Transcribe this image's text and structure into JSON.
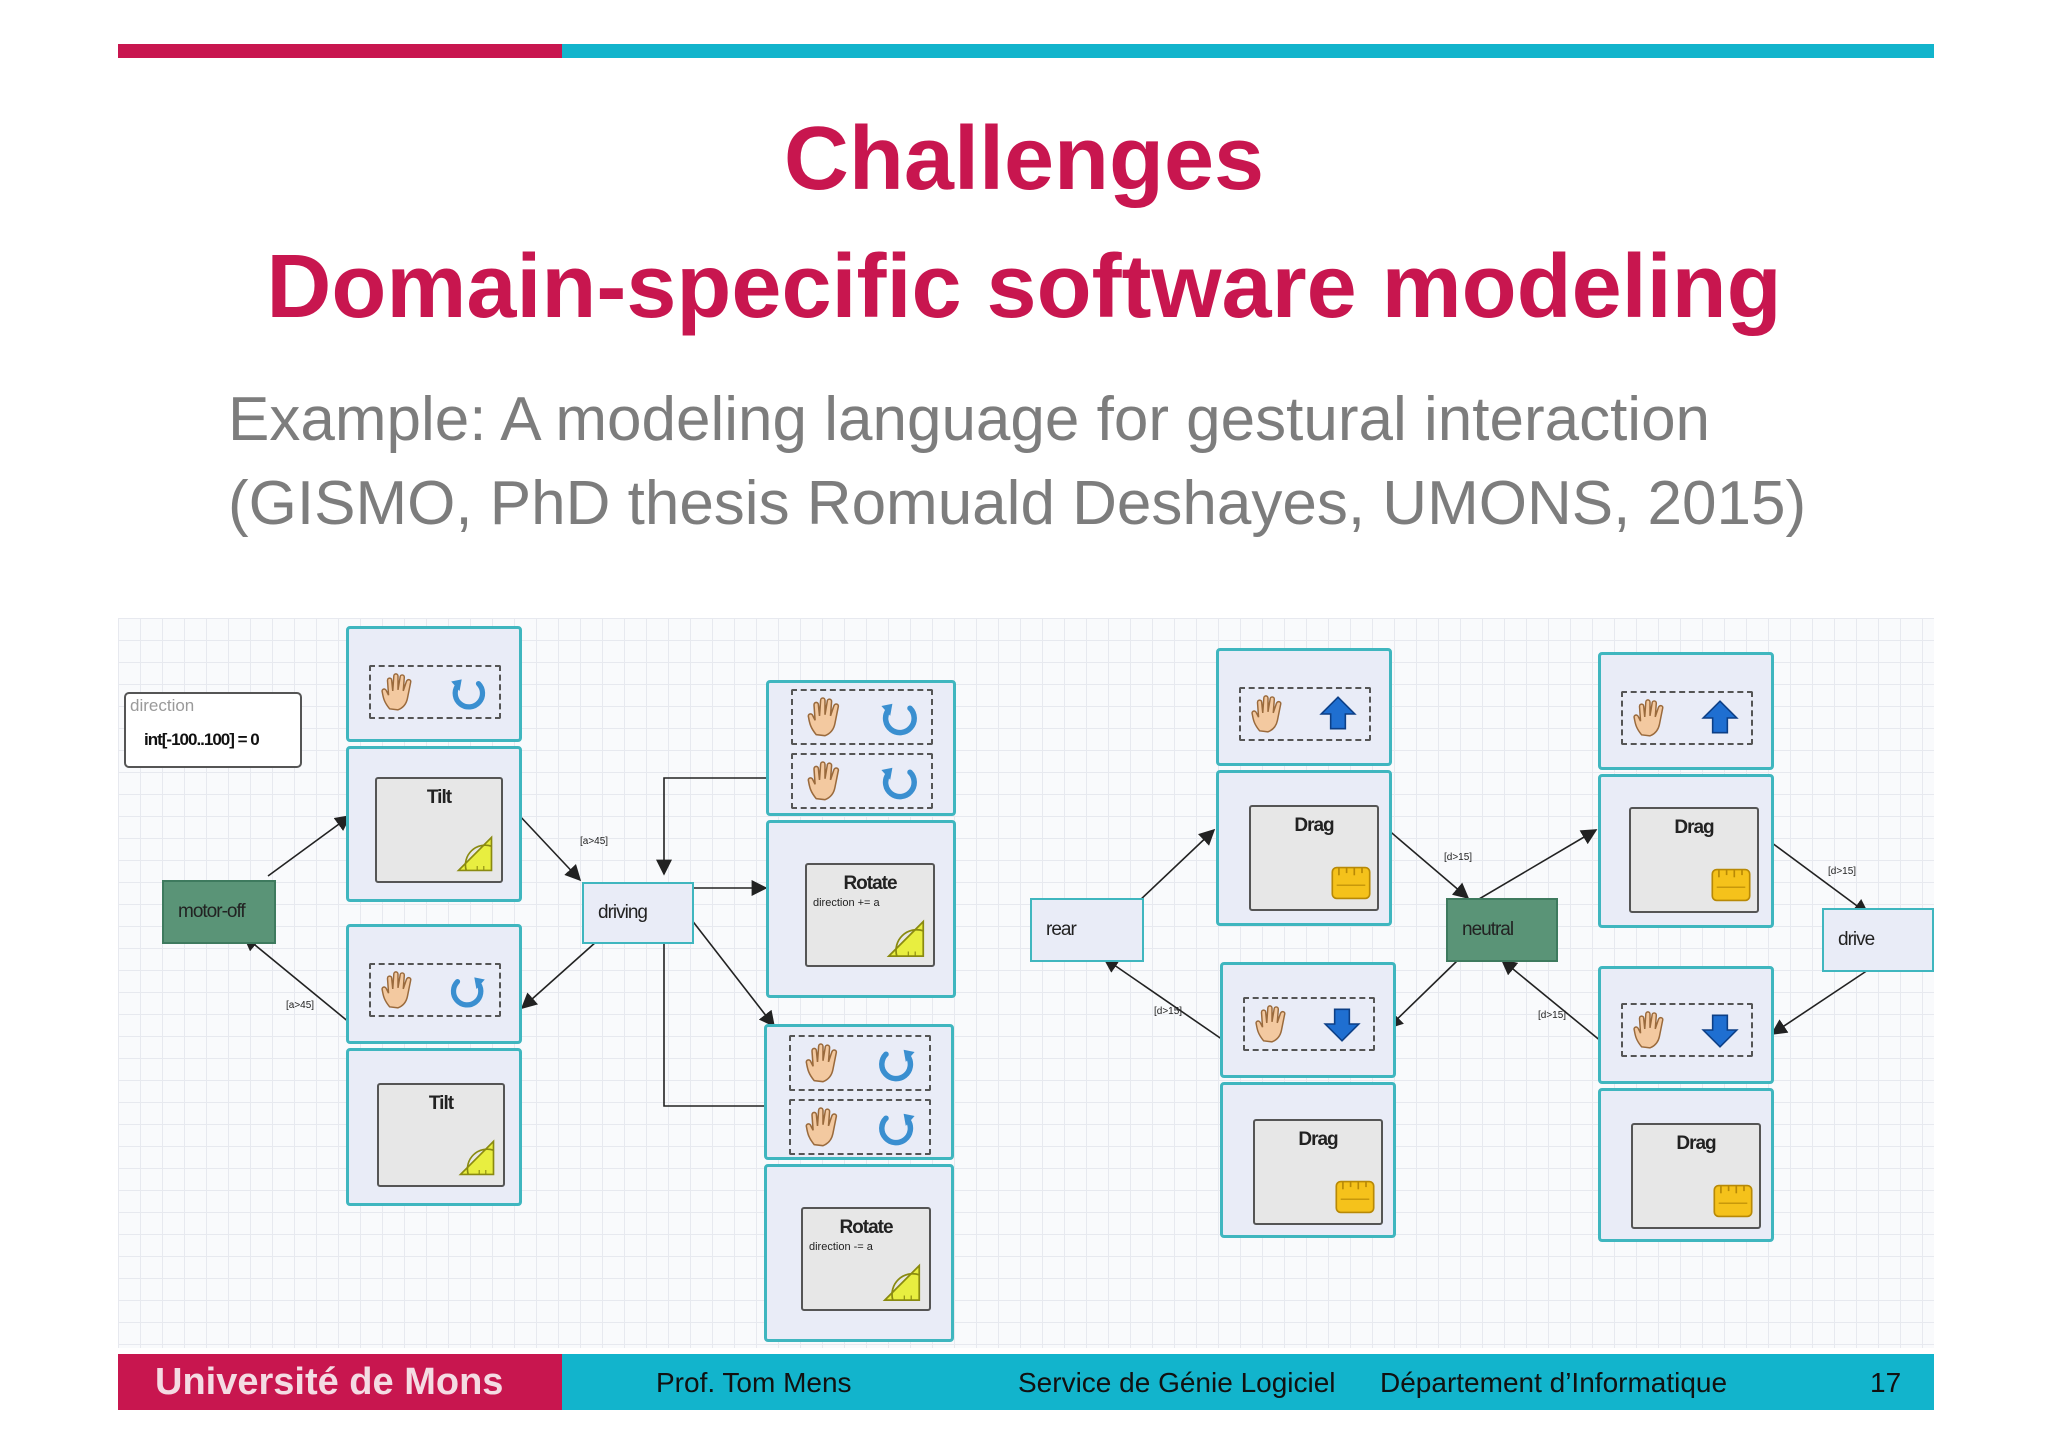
{
  "slide": {
    "title": "Challenges",
    "subtitle": "Domain-specific software modeling",
    "example_line1": "Example: A modeling language for gestural interaction",
    "example_line2": "(GISMO, PhD thesis Romuald Deshayes, UMONS, 2015)"
  },
  "diagram": {
    "variable": {
      "name": "direction",
      "declaration": "int[-100..100] = 0"
    },
    "states": {
      "motor_off": "motor-off",
      "driving": "driving",
      "rear": "rear",
      "neutral": "neutral",
      "drive": "drive"
    },
    "gestures": {
      "tilt": "Tilt",
      "rotate": "Rotate",
      "drag": "Drag"
    },
    "actions": {
      "rotate_plus": "direction += a",
      "rotate_minus": "direction -= a"
    },
    "guards": {
      "a_gt_45": "[a>45]",
      "d_gt_15": "[d>15]"
    }
  },
  "footer": {
    "university": "Université de Mons",
    "author": "Prof. Tom Mens",
    "service": "Service de Génie Logiciel",
    "department": "Département d’Informatique",
    "page": "17"
  },
  "colors": {
    "accent_red": "#c8164f",
    "accent_cyan": "#12b4cc",
    "panel_border": "#3fb6bf",
    "state_green": "#5a9477"
  },
  "icons": [
    "hand-icon",
    "rotate-cw-icon",
    "rotate-ccw-icon",
    "protractor-icon",
    "arrow-up-icon",
    "arrow-down-icon",
    "ruler-icon"
  ]
}
